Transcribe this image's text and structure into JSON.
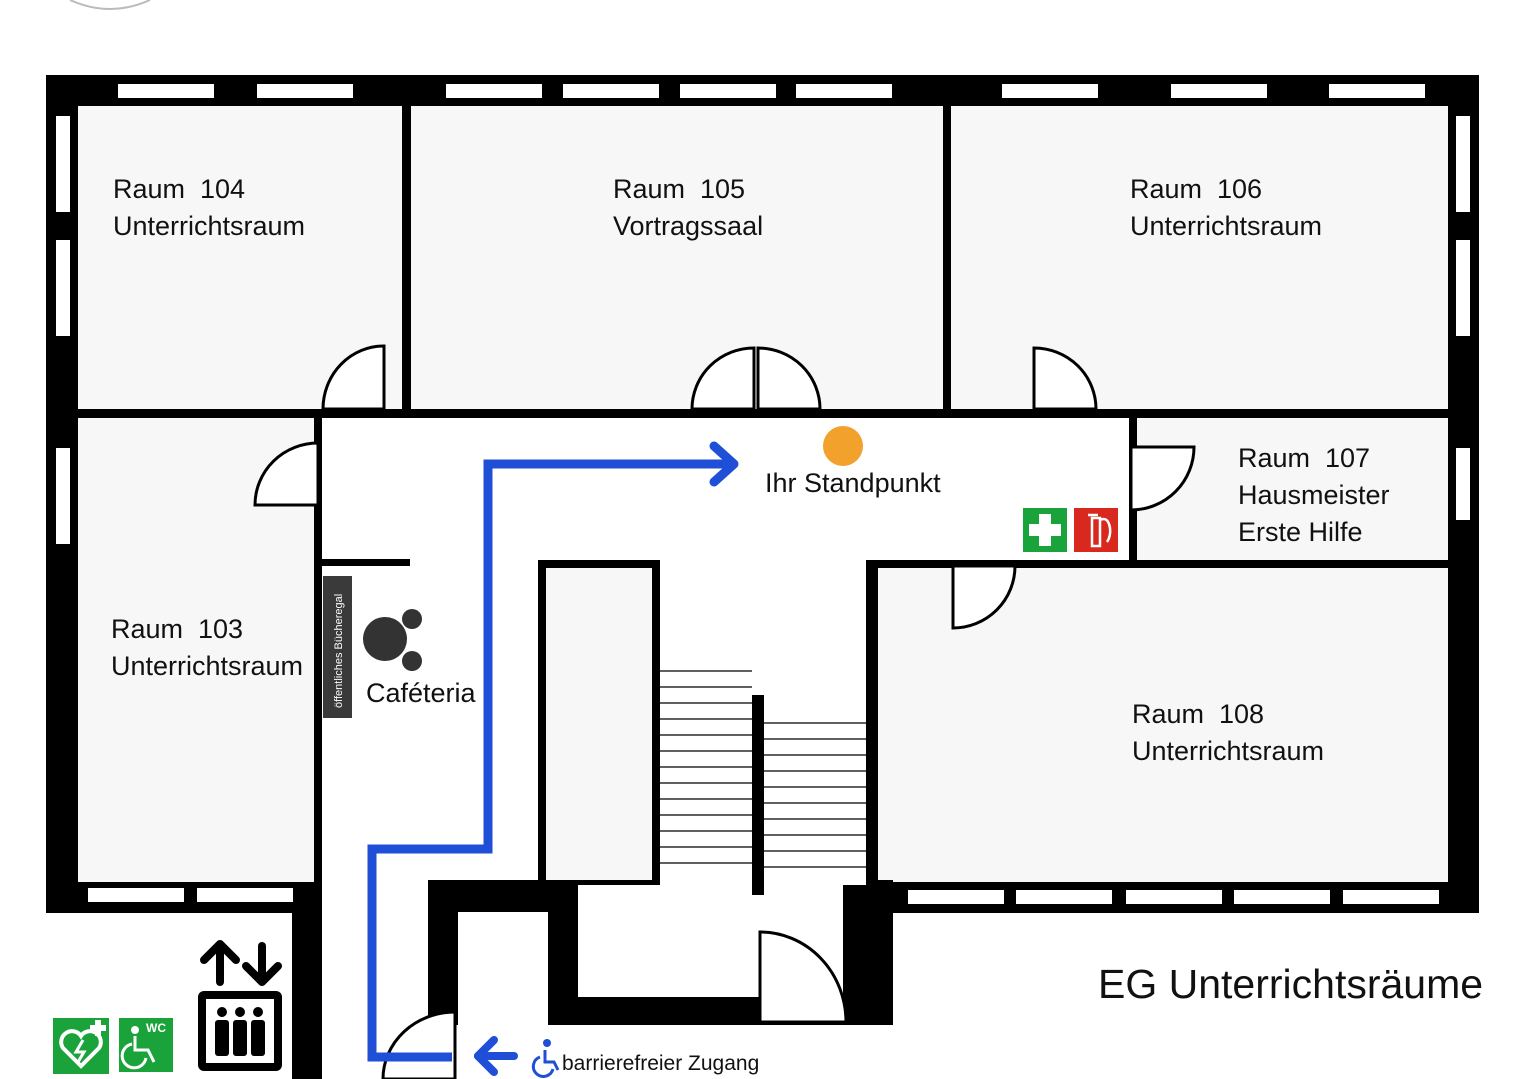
{
  "title": "EG Unterrichtsräume",
  "rooms": [
    {
      "number": "Raum  104",
      "name": "Unterrichtsraum"
    },
    {
      "number": "Raum  105",
      "name": "Vortragssaal"
    },
    {
      "number": "Raum  106",
      "name": "Unterrichtsraum"
    },
    {
      "number": "Raum  107",
      "name": "Hausmeister",
      "extra": "Erste Hilfe"
    },
    {
      "number": "Raum  103",
      "name": "Unterrichtsraum"
    },
    {
      "number": "Raum  108",
      "name": "Unterrichtsraum"
    }
  ],
  "you_are_here": "Ihr Standpunkt",
  "cafeteria": "Caféteria",
  "bookshelf": "öffentliches Bücheregal",
  "accessible_entrance": "barrierefreier Zugang",
  "wc_label": "WC",
  "colors": {
    "walls": "#000000",
    "floor": "#f7f7f7",
    "route": "#1f4fd6",
    "standpoint": "#f2a12c",
    "first_aid": "#1aa33a",
    "fire_extinguisher": "#d9281e",
    "aed": "#1aa33a",
    "wc": "#1aa33a"
  },
  "icons": [
    "first-aid-icon",
    "fire-extinguisher-icon",
    "elevator-icon",
    "aed-icon",
    "wc-accessible-icon",
    "wheelchair-icon",
    "cafeteria-icon",
    "route-arrow-icon",
    "standpoint-icon"
  ]
}
